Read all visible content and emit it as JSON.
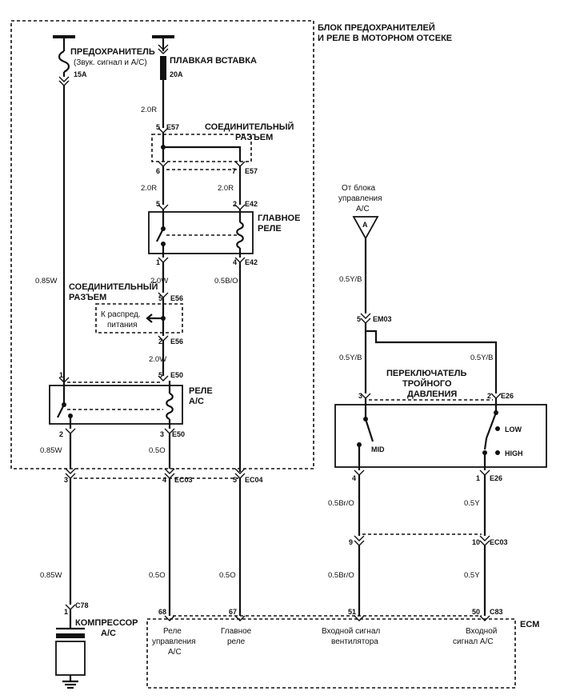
{
  "labels": {
    "fuse_block": [
      "БЛОК ПРЕДОХРАНИТЕЛЕЙ",
      "И РЕЛЕ В МОТОРНОМ ОТСЕКЕ"
    ],
    "fuse": [
      "ПРЕДОХРАНИТЕЛЬ",
      "(Звук. сигнал и A/C)"
    ],
    "fuse_rating": "15A",
    "fusible_link": "ПЛАВКАЯ ВСТАВКА",
    "fusible_link_rating": "20A",
    "connector_e57": [
      "СОЕДИНИТЕЛЬНЫЙ",
      "РАЗЪЕМ"
    ],
    "main_relay": [
      "ГЛАВНОЕ",
      "РЕЛЕ"
    ],
    "connector_e56": [
      "СОЕДИНИТЕЛЬНЫЙ",
      "РАЗЪЕМ"
    ],
    "to_power": [
      "К распред.",
      "питания"
    ],
    "ac_relay": [
      "РЕЛЕ",
      "A/C"
    ],
    "from_ac": [
      "От блока",
      "управления",
      "A/C"
    ],
    "triangle_a": "A",
    "pressure_switch": [
      "ПЕРЕКЛЮЧАТЕЛЬ",
      "ТРОЙНОГО",
      "ДАВЛЕНИЯ"
    ],
    "low": "LOW",
    "high": "HIGH",
    "mid": "MID",
    "compressor": [
      "КОМПРЕССОР",
      "A/C"
    ],
    "ecm": "ECM",
    "ecm_inputs": {
      "ac_relay_ctrl": [
        "Реле",
        "управления",
        "A/C"
      ],
      "main_relay": [
        "Главное",
        "реле"
      ],
      "fan_input": [
        "Входной сигнал",
        "вентилятора"
      ],
      "ac_input": [
        "Входной",
        "сигнал A/C"
      ]
    }
  },
  "wires": {
    "w_20R_a": "2.0R",
    "w_20R_b": "2.0R",
    "w_20R_c": "2.0R",
    "w_085W_a": "0.85W",
    "w_20W_a": "2.0W",
    "w_20W_b": "2.0W",
    "w_05BO": "0.5B/O",
    "w_085W_b": "0.85W",
    "w_05O_a": "0.5O",
    "w_085W_c": "0.85W",
    "w_05O_b": "0.5O",
    "w_05O_c": "0.5O",
    "w_05YB_a": "0.5Y/B",
    "w_05YB_b": "0.5Y/B",
    "w_05YB_c": "0.5Y/B",
    "w_05BrO_a": "0.5Br/O",
    "w_05Y_a": "0.5Y",
    "w_05BrO_b": "0.5Br/O",
    "w_05Y_b": "0.5Y"
  },
  "connectors": {
    "E57": "E57",
    "E42": "E42",
    "E56": "E56",
    "E50": "E50",
    "EC03": "EC03",
    "EC04": "EC04",
    "EM03": "EM03",
    "E26": "E26",
    "C78": "C78",
    "C83": "C83"
  },
  "pins": {
    "e57_5": "5",
    "e57_6": "6",
    "e57_7": "7",
    "e42_5": "5",
    "e42_2": "2",
    "e42_1": "1",
    "e42_4": "4",
    "e56_5": "5",
    "e56_2": "2",
    "e50_1": "1",
    "e50_5": "5",
    "e50_2": "2",
    "e50_3": "3",
    "ec03_3": "3",
    "ec03_4": "4",
    "ec04_5": "5",
    "em03_5": "5",
    "e26_3": "3",
    "e26_2": "2",
    "e26_4": "4",
    "e26_1": "1",
    "ec03_9": "9",
    "ec03_10": "10",
    "c78_1": "1",
    "c83_68": "68",
    "c83_67": "67",
    "c83_51": "51",
    "c83_50": "50"
  }
}
